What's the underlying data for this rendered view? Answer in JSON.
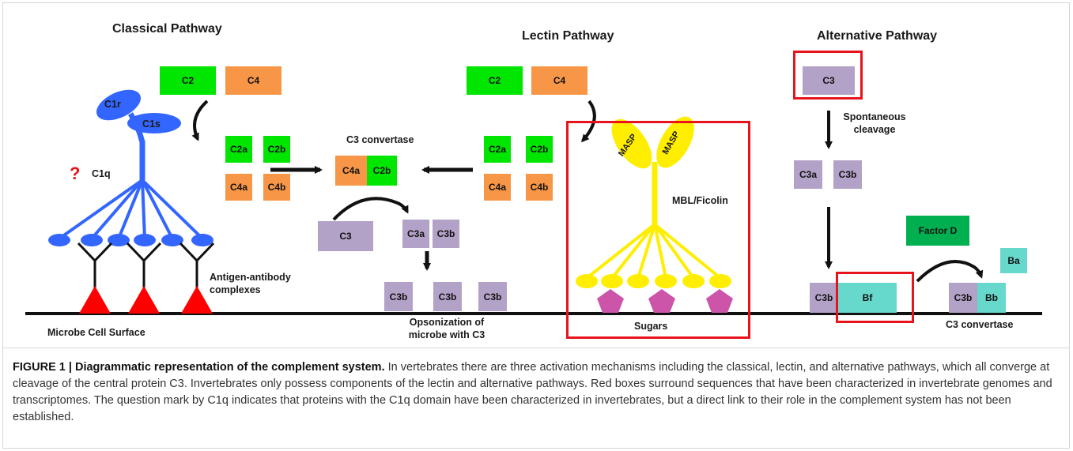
{
  "figure": {
    "pathways": {
      "classical": "Classical Pathway",
      "lectin": "Lectin Pathway",
      "alternative": "Alternative Pathway"
    },
    "classical": {
      "c2": "C2",
      "c4": "C4",
      "c2a": "C2a",
      "c2b": "C2b",
      "c4a": "C4a",
      "c4b": "C4b",
      "c1r": "C1r",
      "c1s": "C1s",
      "c1q": "C1q",
      "question_mark": "?",
      "antigen_label": "Antigen-antibody\ncomplexes",
      "surface_label": "Microbe Cell Surface"
    },
    "center": {
      "convertase_label": "C3 convertase",
      "c4a": "C4a",
      "c2b": "C2b",
      "c3": "C3",
      "c3a": "C3a",
      "c3b": "C3b",
      "c3b_list": [
        "C3b",
        "C3b",
        "C3b"
      ],
      "opsonization_label": "Opsonization of\nmicrobe with C3"
    },
    "lectin": {
      "c2": "C2",
      "c4": "C4",
      "c2a": "C2a",
      "c2b": "C2b",
      "c4a": "C4a",
      "c4b": "C4b",
      "masp": "MASP",
      "mbl_label": "MBL/Ficolin",
      "sugars_label": "Sugars"
    },
    "alternative": {
      "c3": "C3",
      "spontaneous_label": "Spontaneous\ncleavage",
      "c3a": "C3a",
      "c3b": "C3b",
      "factor_d": "Factor D",
      "ba": "Ba",
      "c3b_bottom": "C3b",
      "bf": "Bf",
      "c3b_right": "C3b",
      "bb": "Bb",
      "convertase_label": "C3 convertase"
    },
    "colors": {
      "green": "#00e600",
      "orange": "#f79646",
      "purple": "#b3a2c7",
      "teal": "#66d9cc",
      "dark_green": "#00b050",
      "blue": "#3366ff",
      "yellow": "#ffee00",
      "magenta": "#cc55aa",
      "red": "#e8141c"
    }
  },
  "caption": {
    "heading": "FIGURE 1 | Diagrammatic representation of the complement system.",
    "body": " In vertebrates there are three activation mechanisms including the classical, lectin, and alternative pathways, which all converge at cleavage of the central protein C3. Invertebrates only possess components of the lectin and alternative pathways. Red boxes surround sequences that have been characterized in invertebrate genomes and transcriptomes. The question mark by C1q indicates that proteins with the C1q domain have been characterized in invertebrates, but a direct link to their role in the complement system has not been established."
  }
}
